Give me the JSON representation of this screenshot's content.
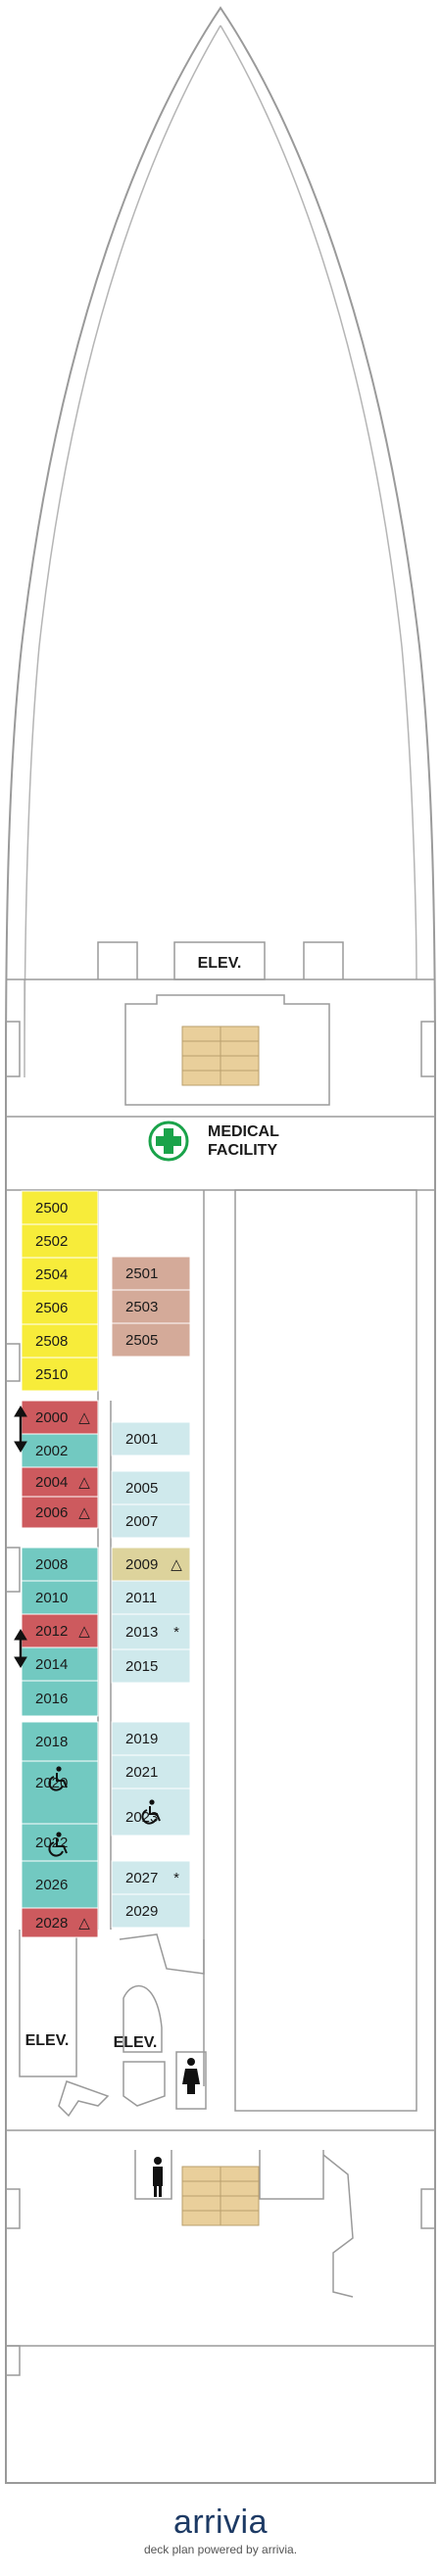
{
  "colors": {
    "yellow": "#f7ec3a",
    "brown": "#d4aa99",
    "light_teal": "#cfe9ec",
    "teal": "#72c9c1",
    "red": "#cd5a5e",
    "tan": "#ddd39c",
    "stair": "#e9cf9b",
    "medical_green": "#1aa34a",
    "outline": "#999999"
  },
  "labels": {
    "elev_top": "ELEV.",
    "elev_left": "ELEV.",
    "elev_mid": "ELEV.",
    "medical_line1": "MEDICAL",
    "medical_line2": "FACILITY"
  },
  "cabins": [
    {
      "number": "2500",
      "color": "yellow",
      "mark": ""
    },
    {
      "number": "2502",
      "color": "yellow",
      "mark": ""
    },
    {
      "number": "2504",
      "color": "yellow",
      "mark": ""
    },
    {
      "number": "2506",
      "color": "yellow",
      "mark": ""
    },
    {
      "number": "2508",
      "color": "yellow",
      "mark": ""
    },
    {
      "number": "2510",
      "color": "yellow",
      "mark": ""
    },
    {
      "number": "2501",
      "color": "brown",
      "mark": ""
    },
    {
      "number": "2503",
      "color": "brown",
      "mark": ""
    },
    {
      "number": "2505",
      "color": "brown",
      "mark": ""
    },
    {
      "number": "2000",
      "color": "red",
      "mark": "triangle"
    },
    {
      "number": "2002",
      "color": "teal",
      "mark": ""
    },
    {
      "number": "2004",
      "color": "red",
      "mark": "triangle"
    },
    {
      "number": "2006",
      "color": "red",
      "mark": "triangle"
    },
    {
      "number": "2008",
      "color": "teal",
      "mark": ""
    },
    {
      "number": "2010",
      "color": "teal",
      "mark": ""
    },
    {
      "number": "2012",
      "color": "red",
      "mark": "triangle"
    },
    {
      "number": "2014",
      "color": "teal",
      "mark": ""
    },
    {
      "number": "2016",
      "color": "teal",
      "mark": ""
    },
    {
      "number": "2018",
      "color": "teal",
      "mark": ""
    },
    {
      "number": "2020",
      "color": "teal",
      "mark": ""
    },
    {
      "number": "2022",
      "color": "teal",
      "mark": ""
    },
    {
      "number": "2026",
      "color": "teal",
      "mark": ""
    },
    {
      "number": "2028",
      "color": "red",
      "mark": "triangle"
    },
    {
      "number": "2001",
      "color": "light_teal",
      "mark": ""
    },
    {
      "number": "2005",
      "color": "light_teal",
      "mark": ""
    },
    {
      "number": "2007",
      "color": "light_teal",
      "mark": ""
    },
    {
      "number": "2009",
      "color": "tan",
      "mark": "triangle"
    },
    {
      "number": "2011",
      "color": "light_teal",
      "mark": ""
    },
    {
      "number": "2013",
      "color": "light_teal",
      "mark": "asterisk"
    },
    {
      "number": "2015",
      "color": "light_teal",
      "mark": ""
    },
    {
      "number": "2019",
      "color": "light_teal",
      "mark": ""
    },
    {
      "number": "2021",
      "color": "light_teal",
      "mark": ""
    },
    {
      "number": "2023",
      "color": "light_teal",
      "mark": ""
    },
    {
      "number": "2027",
      "color": "light_teal",
      "mark": "asterisk"
    },
    {
      "number": "2029",
      "color": "light_teal",
      "mark": ""
    }
  ],
  "accessible_icons": [
    "wheelchair-icon",
    "wheelchair-icon",
    "wheelchair-icon"
  ],
  "restroom_icons": [
    "restroom-icon",
    "restroom-icon"
  ],
  "connecting_icons": [
    "connecting-arrow-icon",
    "connecting-arrow-icon"
  ],
  "footer": {
    "brand": "arrivia",
    "tagline": "deck plan powered by arrivia."
  }
}
